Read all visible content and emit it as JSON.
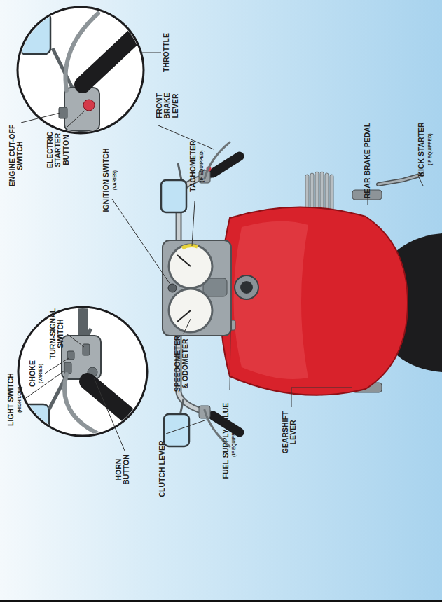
{
  "diagram": {
    "labels": [
      "ENGINE CUT-OFF SWITCH",
      "ELECTRIC STARTER BUTTON",
      "THROTTLE",
      "IGNITION SWITCH",
      "(VARIES)",
      "FRONT BRAKE LEVER",
      "TACHOMETER",
      "(IF EQUIPPED)",
      "REAR BRAKE PEDAL",
      "KICK STARTER",
      "(IF EQUIPPED)",
      "LIGHT SWITCH",
      "(HIGH/LOW)",
      "CHOKE",
      "(VARIES)",
      "TURN-SIGNAL SWITCH",
      "HORN BUTTON",
      "CLUTCH LEVER",
      "SPEEDOMETER & ODOMETER",
      "FUEL SUPPLY VALUE",
      "(IF EQUIPPED)",
      "GEARSHIFT LEVER"
    ]
  }
}
